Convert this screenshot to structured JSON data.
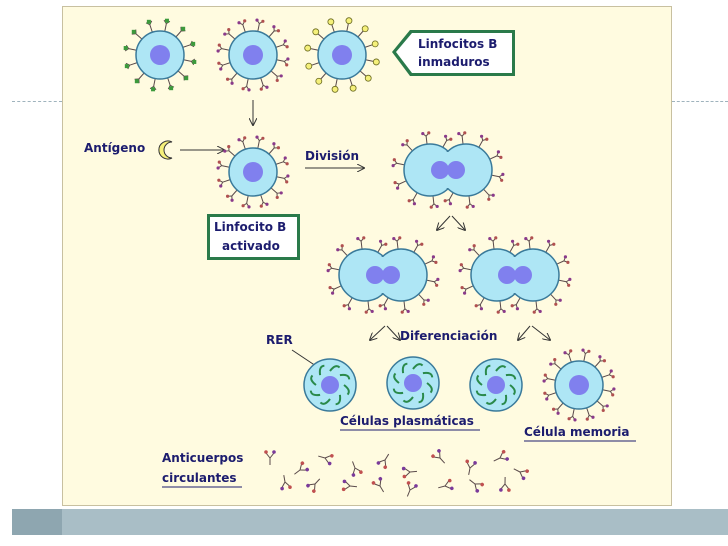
{
  "labels": {
    "immature": [
      "Linfocitos B",
      "inmaduros"
    ],
    "antigen": "Antígeno",
    "division": "División",
    "activated": [
      "Linfocito B",
      "activado"
    ],
    "rer": "RER",
    "differentiation": "Diferenciación",
    "plasma_cells": "Células plasmáticas",
    "memory_cell": "Célula memoria",
    "antibodies": [
      "Anticuerpos",
      "circulantes"
    ]
  },
  "colors": {
    "cell_fill": "#aee6f5",
    "cell_stroke": "#3a7a9a",
    "nucleus": "#8080ee",
    "label_box": "#2a7a4a",
    "label_text": "#1c1c6e",
    "receptor": "#5a4a4a",
    "antigen": "#f5f07a"
  }
}
